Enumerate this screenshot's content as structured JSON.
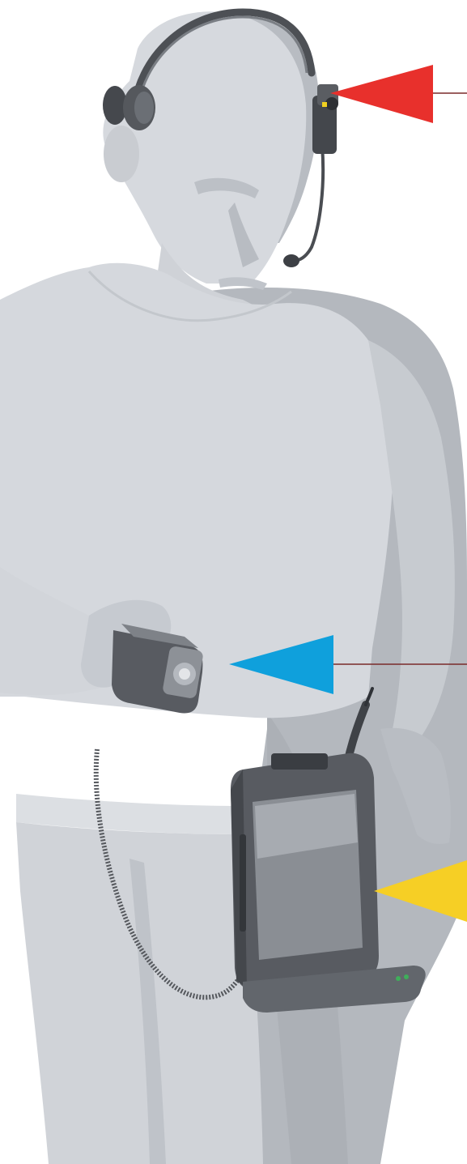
{
  "illustration": {
    "subject": "person-wearing-headset-camera-handheld-scanner-and-belt-terminal",
    "colors": {
      "background": "#ffffff",
      "silhouette_light": "#d5d8dd",
      "silhouette_shadow": "#a9aeb5",
      "silhouette_mid": "#bfc3c9",
      "device_dark": "#4a4d52",
      "device_mid": "#6e7278",
      "device_light": "#9a9ea4",
      "cable": "#5a5d62",
      "indicator_green": "#3fae5a",
      "indicator_yellow": "#f0d020",
      "callout_line": "#7a2a2a"
    },
    "callouts": [
      {
        "name": "headset-camera",
        "color": "#e8302c",
        "icon": "triangle-pointer-left-icon"
      },
      {
        "name": "handheld-scanner",
        "color": "#0fa0dc",
        "icon": "triangle-pointer-left-icon"
      },
      {
        "name": "belt-terminal",
        "color": "#f6cf25",
        "icon": "triangle-pointer-left-icon"
      }
    ]
  }
}
